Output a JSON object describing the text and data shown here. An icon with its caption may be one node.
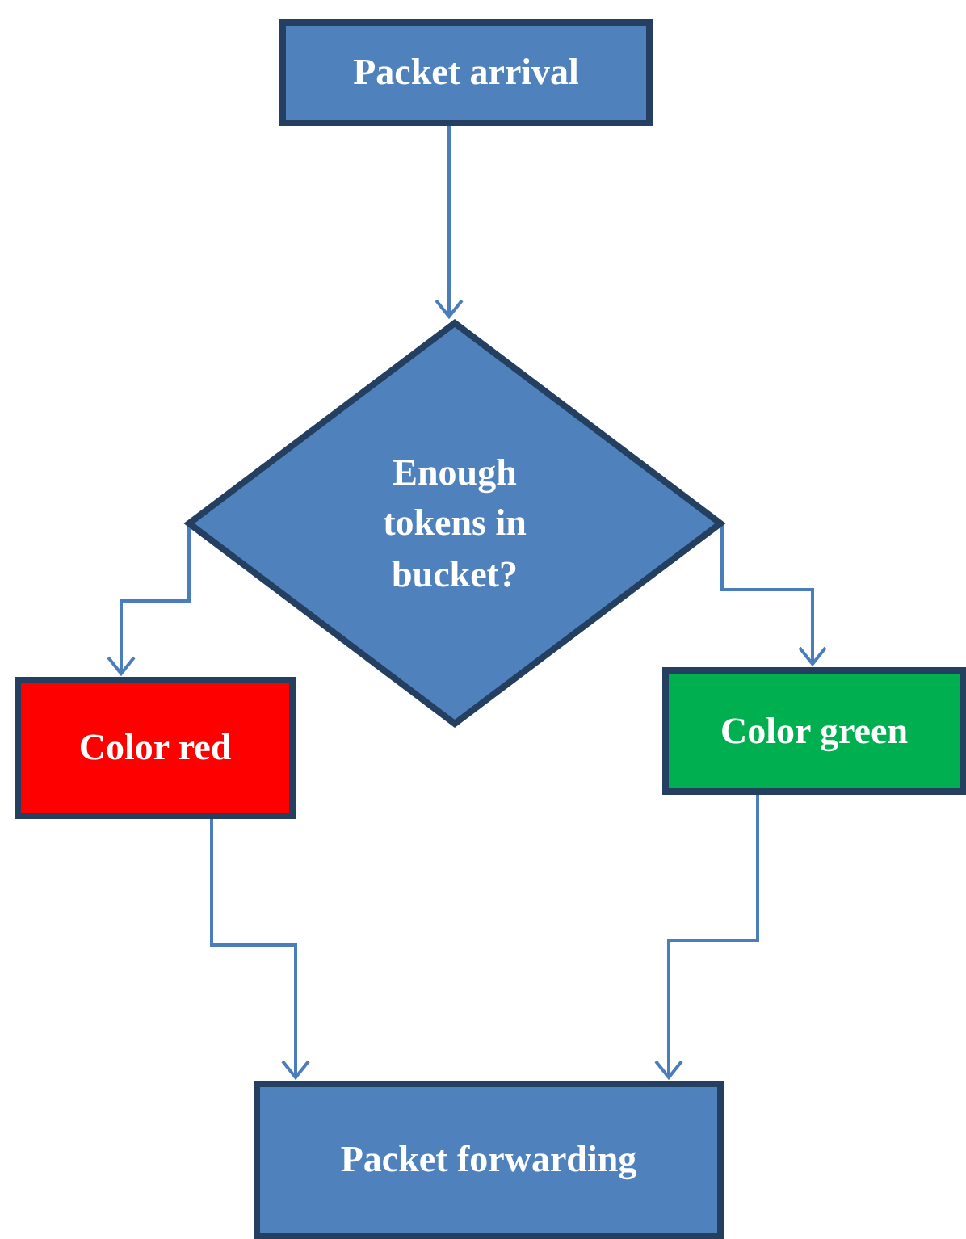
{
  "diagram": {
    "nodes": [
      {
        "text": [
          "Packet arrival"
        ]
      },
      {
        "text": [
          "Enough tokens in bucket?"
        ]
      },
      {
        "text": [
          "Color red"
        ]
      },
      {
        "text": [
          "Color green"
        ]
      },
      {
        "text": [
          "Packet forwarding"
        ]
      }
    ],
    "edges": [
      {
        "from": 0,
        "to": 1,
        "arrow": "to"
      },
      {
        "from": 1,
        "to": 2,
        "arrow": "to"
      },
      {
        "from": 1,
        "to": 3,
        "arrow": "to"
      },
      {
        "from": 2,
        "to": 4,
        "arrow": "to"
      },
      {
        "from": 3,
        "to": 4,
        "arrow": "to"
      }
    ]
  }
}
